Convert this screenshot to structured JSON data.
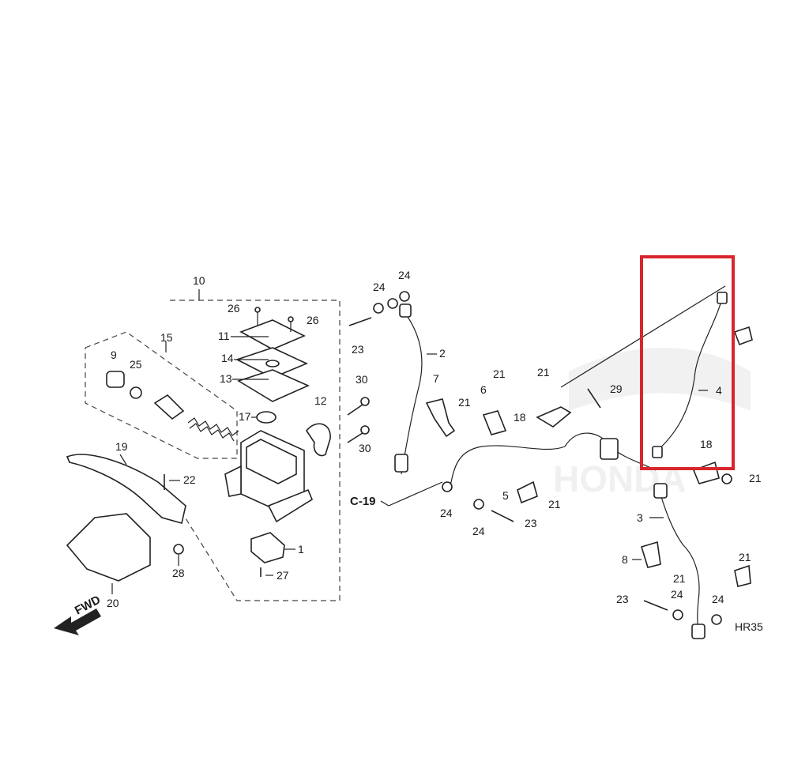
{
  "diagram": {
    "reference_code": "HR35",
    "fwd_label": "FWD",
    "cross_ref": "C-19",
    "highlight_color": "#d9262c",
    "line_color": "#222222",
    "callouts": {
      "c1": "1",
      "c2": "2",
      "c3": "3",
      "c4": "4",
      "c5": "5",
      "c6": "6",
      "c7": "7",
      "c8": "8",
      "c9": "9",
      "c10": "10",
      "c11": "11",
      "c12": "12",
      "c13": "13",
      "c14": "14",
      "c15": "15",
      "c17": "17",
      "c18a": "18",
      "c18b": "18",
      "c19": "19",
      "c20": "20",
      "c21a": "21",
      "c21b": "21",
      "c21c": "21",
      "c21d": "21",
      "c21e": "21",
      "c21f": "21",
      "c21g": "21",
      "c22": "22",
      "c23a": "23",
      "c23b": "23",
      "c23c": "23",
      "c24a": "24",
      "c24b": "24",
      "c24c": "24",
      "c24d": "24",
      "c24e": "24",
      "c25": "25",
      "c26a": "26",
      "c26b": "26",
      "c27": "27",
      "c28": "28",
      "c29": "29",
      "c30a": "30",
      "c30b": "30"
    }
  }
}
